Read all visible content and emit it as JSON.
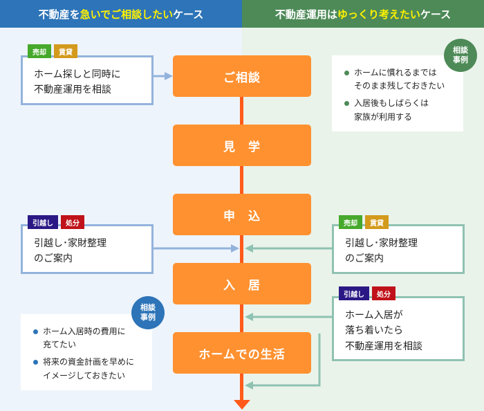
{
  "header": {
    "left_pre": "不動産を",
    "left_hl": "急いでご相談したい",
    "left_post": "ケース",
    "right_pre": "不動産運用は",
    "right_hl": "ゆっくり考えたい",
    "right_post": "ケース"
  },
  "steps": [
    "ご相談",
    "見　学",
    "申　込",
    "入　居",
    "ホームでの生活"
  ],
  "boxes": {
    "top_left": {
      "tags": [
        "売却",
        "賃貸"
      ],
      "lines": [
        "ホーム探しと同時に",
        "不動産運用を相談"
      ]
    },
    "mid_left": {
      "tags": [
        "引越し",
        "処分"
      ],
      "lines": [
        "引越し･家財整理",
        "のご案内"
      ]
    },
    "mid_right": {
      "tags": [
        "売却",
        "賃貸"
      ],
      "lines": [
        "引越し･家財整理",
        "のご案内"
      ]
    },
    "low_right": {
      "tags": [
        "引越し",
        "処分"
      ],
      "lines": [
        "ホーム入居が",
        "落ち着いたら",
        "不動産運用を相談"
      ]
    }
  },
  "notes": {
    "right": {
      "badge": [
        "相談",
        "事例"
      ],
      "items": [
        [
          "ホームに慣れるまでは",
          "そのまま残しておきたい"
        ],
        [
          "入居後もしばらくは",
          "家族が利用する"
        ]
      ]
    },
    "left": {
      "badge": [
        "相談",
        "事例"
      ],
      "items": [
        [
          "ホーム入居時の費用に",
          "充てたい"
        ],
        [
          "将来の資金計画を早めに",
          "イメージしておきたい"
        ]
      ]
    }
  },
  "colors": {
    "header_left": "#2d74b8",
    "header_right": "#4d8a57",
    "step": "#ff9130",
    "timeline": "#ff5a1a",
    "connector_blue": "#93b3dc",
    "connector_green": "#8fc2b2"
  }
}
